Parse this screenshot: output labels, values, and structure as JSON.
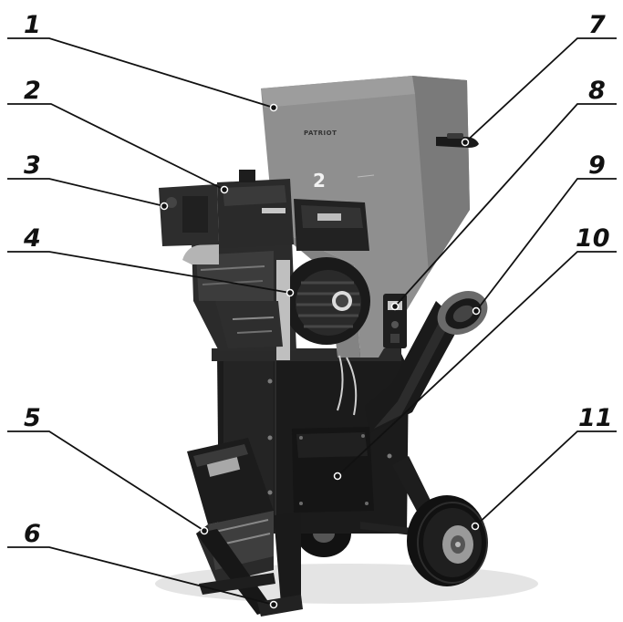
{
  "callouts": [
    {
      "id": 1,
      "label": "1"
    },
    {
      "id": 2,
      "label": "2"
    },
    {
      "id": 3,
      "label": "3"
    },
    {
      "id": 4,
      "label": "4"
    },
    {
      "id": 5,
      "label": "5"
    },
    {
      "id": 6,
      "label": "6"
    },
    {
      "id": 7,
      "label": "7"
    },
    {
      "id": 8,
      "label": "8"
    },
    {
      "id": 9,
      "label": "9"
    },
    {
      "id": 10,
      "label": "10"
    },
    {
      "id": 11,
      "label": "11"
    }
  ],
  "machine": {
    "brand_text": "PATRIOT",
    "model_mark": "2"
  },
  "colors": {
    "hopper": "#8f8f8f",
    "frame": "#1b1b1b",
    "engine_dark": "#262626",
    "wheel": "#111111",
    "hub": "#9a9a9a"
  }
}
